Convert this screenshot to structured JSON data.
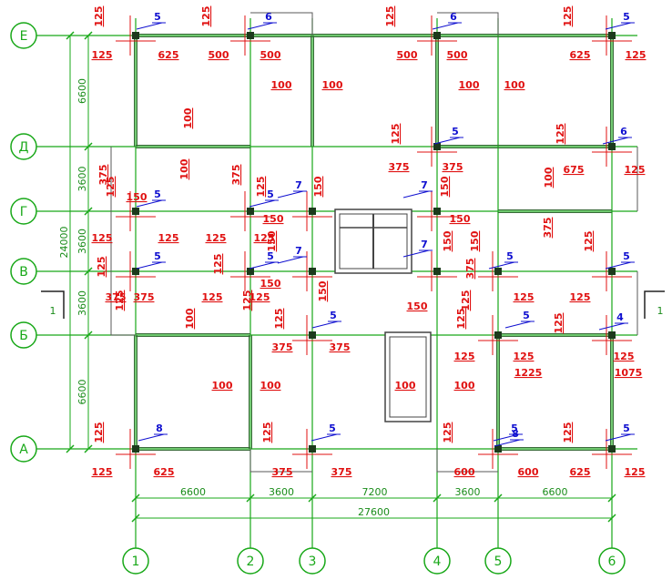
{
  "axes": {
    "columns": [
      "1",
      "2",
      "3",
      "4",
      "5",
      "6"
    ],
    "rows": [
      "Е",
      "Д",
      "Г",
      "В",
      "Б",
      "А"
    ],
    "section_mark": "1"
  },
  "bottom_dims": [
    "6600",
    "3600",
    "7200",
    "3600",
    "6600"
  ],
  "bottom_total": "27600",
  "left_dims": [
    "6600",
    "3600",
    "3600",
    "3600",
    "6600"
  ],
  "left_total": "24000",
  "colors": {
    "grid": "#18a818",
    "wall": "#3a6b3a",
    "dim": "#e01010",
    "mark": "#1010d0"
  },
  "red_dims": [
    "125",
    "125",
    "625",
    "125",
    "500",
    "500",
    "125",
    "500",
    "500",
    "125",
    "625",
    "125",
    "100",
    "100",
    "100",
    "100",
    "100",
    "100",
    "125",
    "375",
    "375",
    "125",
    "675",
    "125",
    "375",
    "375",
    "150",
    "150",
    "150",
    "150",
    "150",
    "150",
    "100",
    "375",
    "125",
    "125",
    "125",
    "125",
    "125",
    "125",
    "375",
    "375",
    "125",
    "125",
    "150",
    "150",
    "150",
    "150",
    "375",
    "125",
    "125",
    "125",
    "125",
    "100",
    "125",
    "375",
    "375",
    "125",
    "125",
    "125",
    "1225",
    "125",
    "1075",
    "100",
    "100",
    "100",
    "100",
    "125",
    "125",
    "625",
    "125",
    "375",
    "375",
    "125",
    "600",
    "600",
    "125",
    "625",
    "125",
    "125",
    "125",
    "125",
    "125",
    "125",
    "150"
  ],
  "blue_marks": [
    "5",
    "6",
    "6",
    "5",
    "5",
    "6",
    "5",
    "5",
    "7",
    "7",
    "5",
    "5",
    "5",
    "7",
    "7",
    "5",
    "5",
    "5",
    "4",
    "8",
    "5",
    "5",
    "8",
    "5"
  ]
}
